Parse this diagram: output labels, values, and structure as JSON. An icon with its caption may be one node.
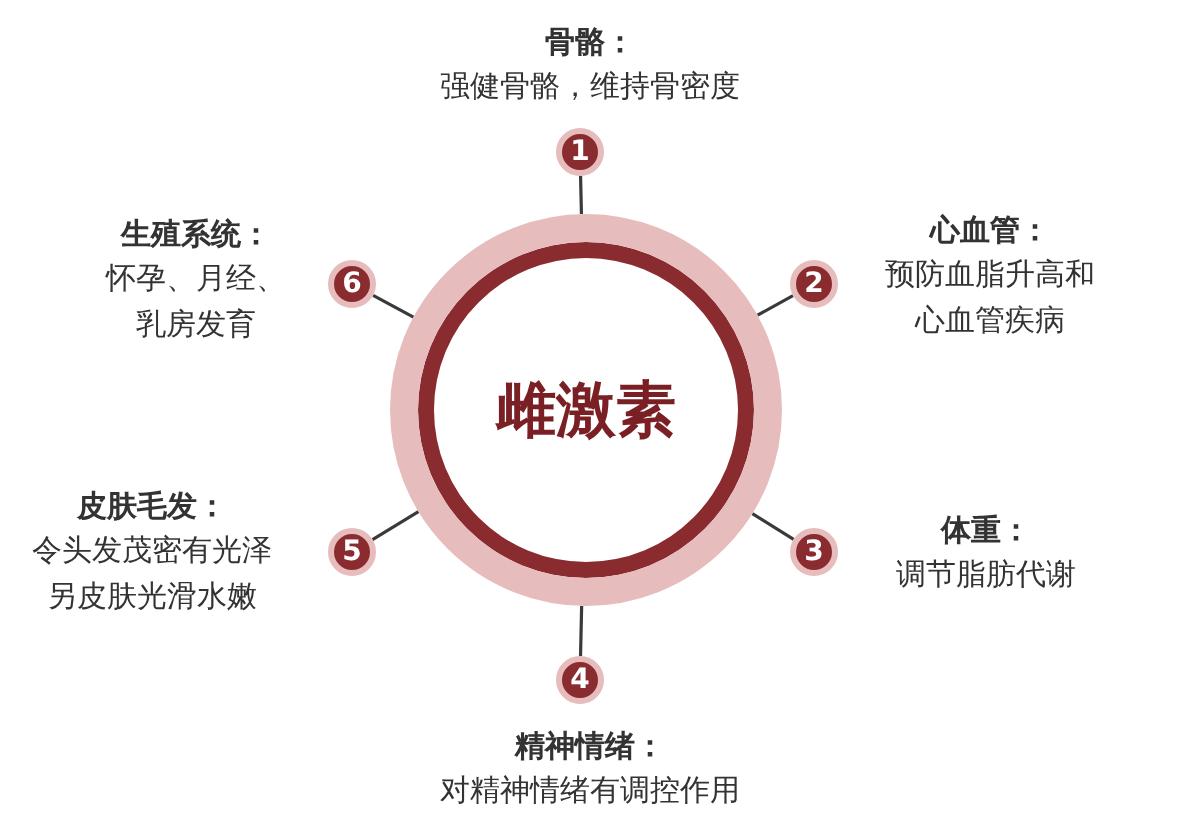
{
  "diagram": {
    "nodes": [
      {
        "text": [
          "雌激素"
        ]
      },
      {
        "text": [
          "1"
        ],
        "beside": [
          "骨骼：",
          "强健骨骼，维持骨密度"
        ]
      },
      {
        "text": [
          "2"
        ],
        "beside": [
          "心血管：",
          "预防血脂升高和心血管疾病"
        ]
      },
      {
        "text": [
          "3"
        ],
        "beside": [
          "体重：",
          "调节脂肪代谢"
        ]
      },
      {
        "text": [
          "4"
        ],
        "beside": [
          "精神情绪：",
          "对精神情绪有调控作用"
        ]
      },
      {
        "text": [
          "5"
        ],
        "beside": [
          "皮肤毛发：",
          "令头发茂密有光泽另皮肤光滑水嫩"
        ]
      },
      {
        "text": [
          "6"
        ],
        "beside": [
          "生殖系统：",
          "怀孕、月经、乳房发育"
        ]
      }
    ],
    "edges": [
      {
        "from": 0,
        "to": 1,
        "arrow": "none"
      },
      {
        "from": 0,
        "to": 2,
        "arrow": "none"
      },
      {
        "from": 0,
        "to": 3,
        "arrow": "none"
      },
      {
        "from": 0,
        "to": 4,
        "arrow": "none"
      },
      {
        "from": 0,
        "to": 5,
        "arrow": "none"
      },
      {
        "from": 0,
        "to": 6,
        "arrow": "none"
      }
    ]
  }
}
